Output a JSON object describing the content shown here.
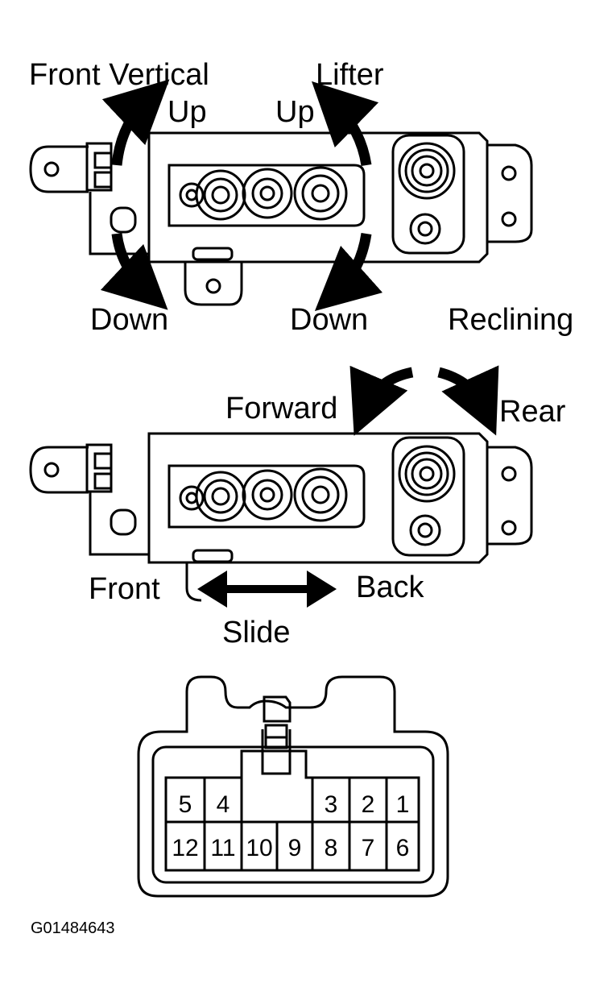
{
  "top_switch": {
    "front_vertical_label": "Front Vertical",
    "front_up_label": "Up",
    "front_down_label": "Down",
    "lifter_label": "Lifter",
    "lifter_up_label": "Up",
    "lifter_down_label": "Down",
    "reclining_label": "Reclining"
  },
  "bottom_switch": {
    "forward_label": "Forward",
    "rear_label": "Rear",
    "front_label": "Front",
    "back_label": "Back",
    "slide_label": "Slide"
  },
  "connector": {
    "top_row": [
      "5",
      "4",
      "3",
      "2",
      "1"
    ],
    "bottom_row": [
      "12",
      "11",
      "10",
      "9",
      "8",
      "7",
      "6"
    ]
  },
  "figure_code": "G01484643"
}
